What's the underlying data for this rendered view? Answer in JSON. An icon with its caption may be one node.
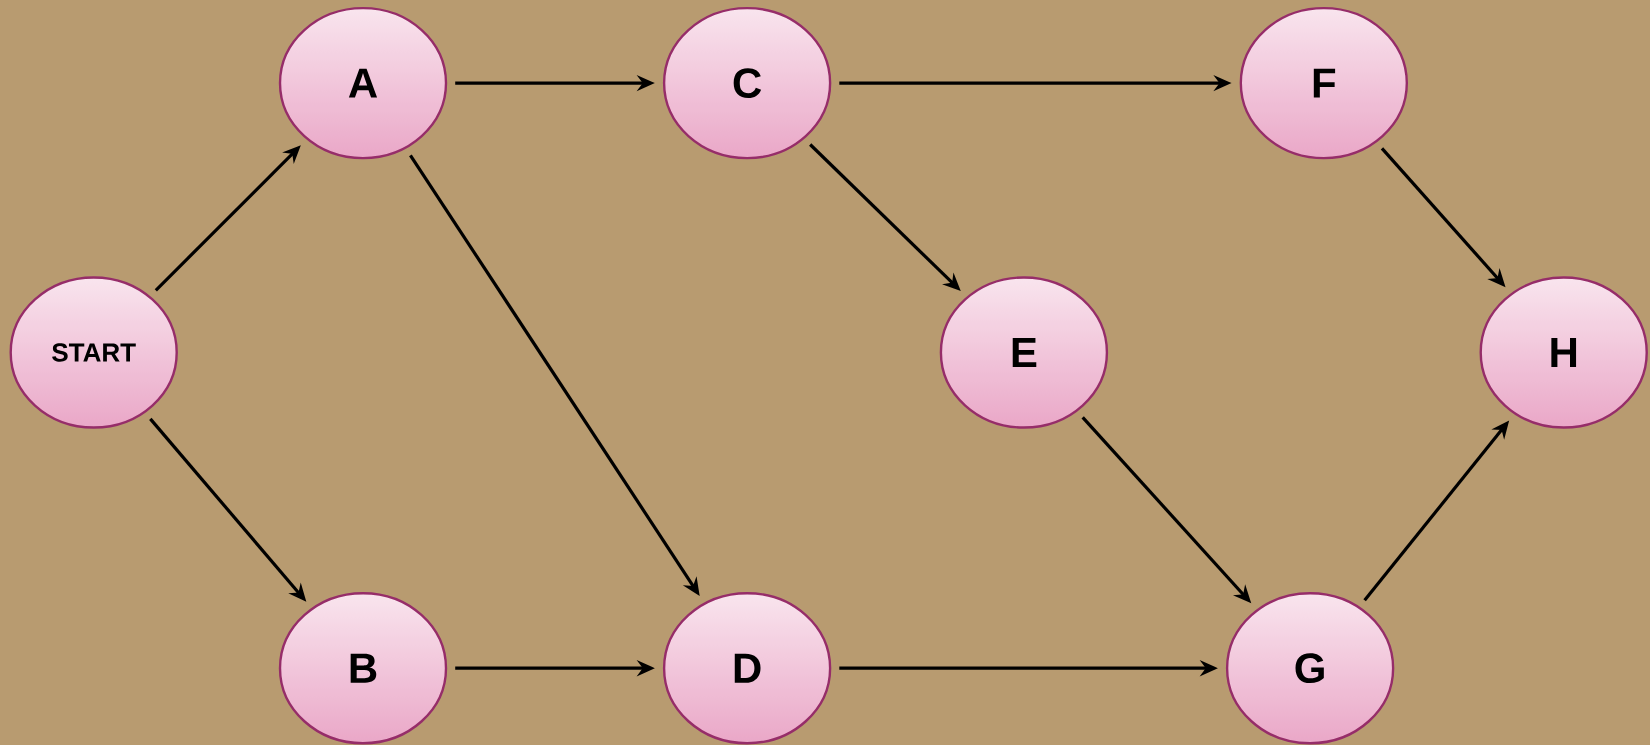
{
  "diagram": {
    "nodes": [
      {
        "text": [
          "START"
        ]
      },
      {
        "text": [
          "A"
        ]
      },
      {
        "text": [
          "B"
        ]
      },
      {
        "text": [
          "C"
        ]
      },
      {
        "text": [
          "D"
        ]
      },
      {
        "text": [
          "E"
        ]
      },
      {
        "text": [
          "F"
        ]
      },
      {
        "text": [
          "G"
        ]
      },
      {
        "text": [
          "H"
        ]
      }
    ],
    "edges": [
      {
        "from": 0,
        "to": 1,
        "arrow": "to"
      },
      {
        "from": 0,
        "to": 2,
        "arrow": "to"
      },
      {
        "from": 1,
        "to": 3,
        "arrow": "to"
      },
      {
        "from": 1,
        "to": 4,
        "arrow": "to"
      },
      {
        "from": 2,
        "to": 4,
        "arrow": "to"
      },
      {
        "from": 3,
        "to": 6,
        "arrow": "to"
      },
      {
        "from": 3,
        "to": 5,
        "arrow": "to"
      },
      {
        "from": 4,
        "to": 7,
        "arrow": "to"
      },
      {
        "from": 5,
        "to": 7,
        "arrow": "to"
      },
      {
        "from": 6,
        "to": 8,
        "arrow": "to"
      },
      {
        "from": 7,
        "to": 8,
        "arrow": "to"
      }
    ]
  }
}
